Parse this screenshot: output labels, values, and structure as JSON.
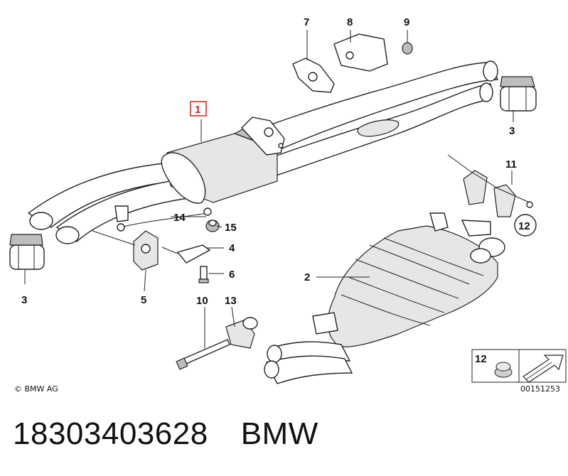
{
  "diagram": {
    "callouts": [
      {
        "id": "1",
        "label": "1",
        "highlighted": true
      },
      {
        "id": "2",
        "label": "2"
      },
      {
        "id": "3a",
        "label": "3"
      },
      {
        "id": "3b",
        "label": "3"
      },
      {
        "id": "4",
        "label": "4"
      },
      {
        "id": "5",
        "label": "5"
      },
      {
        "id": "6",
        "label": "6"
      },
      {
        "id": "7",
        "label": "7"
      },
      {
        "id": "8",
        "label": "8"
      },
      {
        "id": "9",
        "label": "9"
      },
      {
        "id": "10",
        "label": "10"
      },
      {
        "id": "11",
        "label": "11"
      },
      {
        "id": "12",
        "label": "12",
        "circled": true
      },
      {
        "id": "13",
        "label": "13"
      },
      {
        "id": "14",
        "label": "14"
      },
      {
        "id": "15",
        "label": "15"
      }
    ],
    "legend_box": {
      "label": "12"
    },
    "copyright": "© BMW AG",
    "figure_number": "00151253",
    "highlight_color": "#cc2222"
  },
  "caption": {
    "part_number": "18303403628",
    "brand": "BMW"
  }
}
